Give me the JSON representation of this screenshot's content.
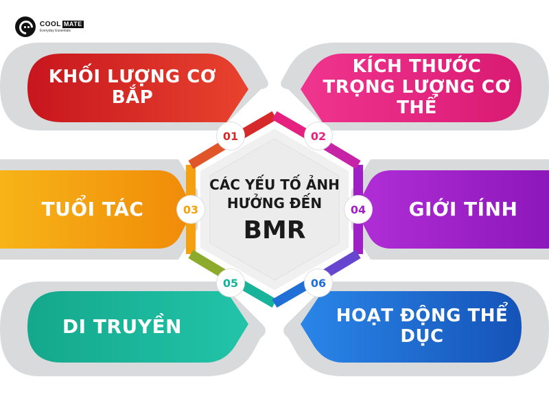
{
  "logo": {
    "brand_main": "COOL",
    "brand_accent": "MATE",
    "tagline": "Everyday Essentials"
  },
  "center": {
    "line1": "CÁC YẾU TỐ ẢNH",
    "line2": "HƯỞNG ĐẾN",
    "line3": "BMR"
  },
  "factors": [
    {
      "number": "01",
      "label_line1": "KHỐI LƯỢNG CƠ BẮP",
      "label_line2": "",
      "color": "#d62a2a"
    },
    {
      "number": "02",
      "label_line1": "KÍCH THƯỚC",
      "label_line2": "TRỌNG LƯỢNG CƠ THỂ",
      "color": "#e6207f"
    },
    {
      "number": "03",
      "label_line1": "TUỔI TÁC",
      "label_line2": "",
      "color": "#f5a10f"
    },
    {
      "number": "04",
      "label_line1": "GIỚI TÍNH",
      "label_line2": "",
      "color": "#a020c8"
    },
    {
      "number": "05",
      "label_line1": "DI TRUYỀN",
      "label_line2": "",
      "color": "#17b39a"
    },
    {
      "number": "06",
      "label_line1": "HOẠT ĐỘNG THỂ DỤC",
      "label_line2": "",
      "color": "#1f6fd6"
    }
  ]
}
